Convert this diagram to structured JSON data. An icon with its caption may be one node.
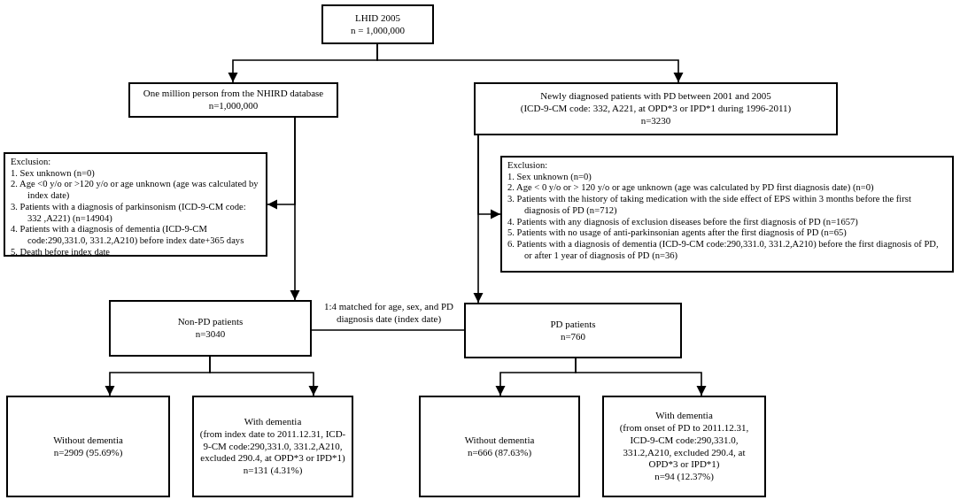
{
  "diagram": {
    "nodes": [
      {
        "text": [
          "LHID 2005",
          "n = 1,000,000"
        ]
      },
      {
        "text": [
          "One million person from the NHIRD database",
          "n=1,000,000"
        ]
      },
      {
        "text": [
          "Newly diagnosed patients with PD between 2001 and 2005",
          "(ICD-9-CM code: 332, A221, at OPD*3 or IPD*1 during 1996-2011)",
          "n=3230"
        ]
      },
      {
        "text": [
          "Exclusion:",
          "1. Sex unknown (n=0)",
          "2. Age <0 y/o or >120 y/o or age unknown (age was calculated by index date)",
          "3. Patients with a diagnosis of parkinsonism (ICD-9-CM code: 332 ,A221) (n=14904)",
          "4. Patients with a diagnosis of dementia (ICD-9-CM code:290,331.0, 331.2,A210) before index date+365 days",
          "5. Death before index date"
        ]
      },
      {
        "text": [
          "Exclusion:",
          "1. Sex unknown (n=0)",
          "2. Age < 0 y/o or > 120 y/o or age unknown (age was calculated by PD first diagnosis date) (n=0)",
          "3. Patients with the history of taking medication with the side effect of EPS within 3 months before the first diagnosis of PD (n=712)",
          "4. Patients with any diagnosis of exclusion diseases before the first diagnosis of PD (n=1657)",
          "5. Patients with no usage of anti-parkinsonian agents after the first diagnosis of PD (n=65)",
          "6. Patients with a diagnosis of dementia (ICD-9-CM code:290,331.0, 331.2,A210) before the first diagnosis of PD, or after 1 year of diagnosis of PD (n=36)"
        ]
      },
      {
        "text": [
          "Non-PD patients",
          "n=3040"
        ]
      },
      {
        "text": [
          "PD patients",
          "n=760"
        ]
      },
      {
        "text": [
          "Without dementia",
          "n=2909 (95.69%)"
        ]
      },
      {
        "text": [
          "With dementia",
          "(from index date to 2011.12.31, ICD-9-CM code:290,331.0, 331.2,A210, excluded 290.4, at OPD*3 or IPD*1)",
          "n=131 (4.31%)"
        ]
      },
      {
        "text": [
          "Without dementia",
          "n=666 (87.63%)"
        ]
      },
      {
        "text": [
          "With dementia",
          "(from onset of PD to 2011.12.31, ICD-9-CM code:290,331.0, 331.2,A210, excluded 290.4, at OPD*3 or IPD*1)",
          "n=94 (12.37%)"
        ]
      }
    ],
    "edges": [
      {
        "from": 0,
        "to": 1,
        "arrow": "to"
      },
      {
        "from": 0,
        "to": 2,
        "arrow": "to"
      },
      {
        "from": 1,
        "to": 3,
        "arrow": "to"
      },
      {
        "from": 2,
        "to": 4,
        "arrow": "to"
      },
      {
        "from": 1,
        "to": 5,
        "arrow": "to"
      },
      {
        "from": 2,
        "to": 6,
        "arrow": "to"
      },
      {
        "from": 5,
        "to": 6,
        "arrow": "none",
        "label": "1:4 matched for age, sex, and PD diagnosis date (index date)"
      },
      {
        "from": 5,
        "to": 7,
        "arrow": "to"
      },
      {
        "from": 5,
        "to": 8,
        "arrow": "to"
      },
      {
        "from": 6,
        "to": 9,
        "arrow": "to"
      },
      {
        "from": 6,
        "to": 10,
        "arrow": "to"
      }
    ]
  }
}
